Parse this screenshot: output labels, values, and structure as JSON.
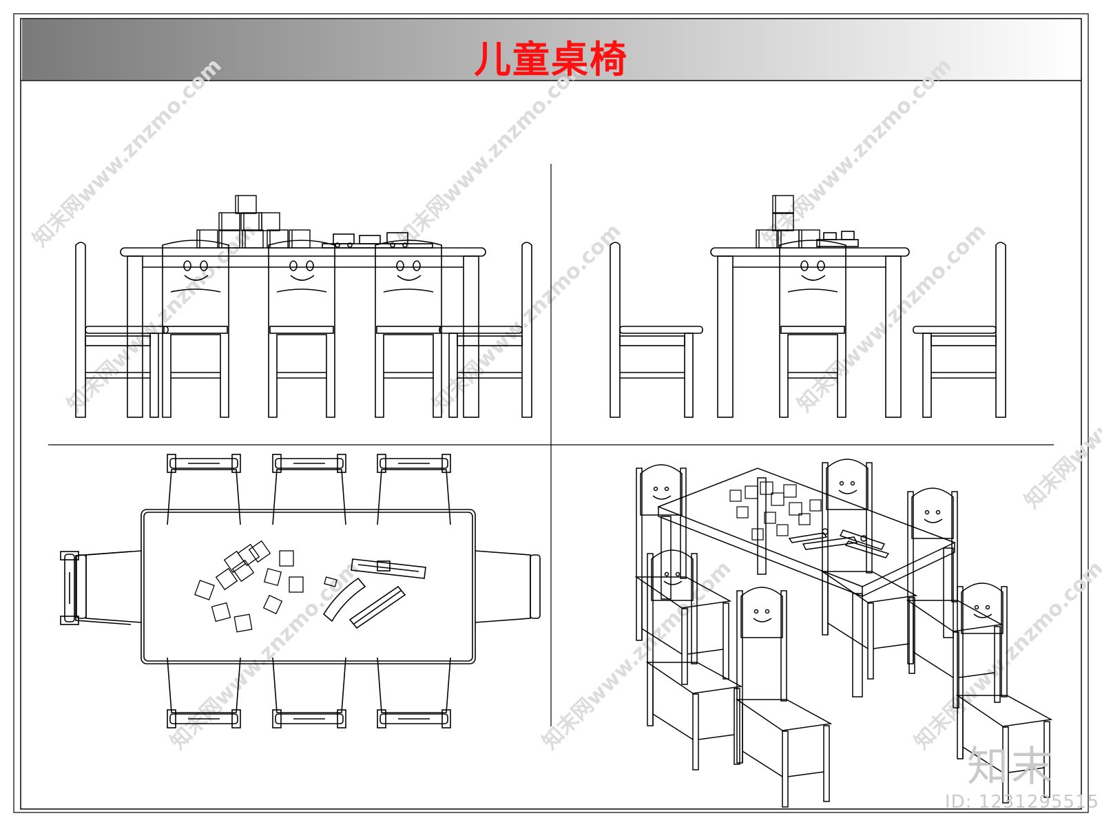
{
  "title": {
    "text": "儿童桌椅",
    "color": "#ff1010"
  },
  "header": {
    "gradient_start": "#7a7a7a",
    "gradient_end": "#ffffff"
  },
  "watermark": {
    "text": "知末网www.znzmo.com",
    "color": "#dcdcdc"
  },
  "branding": {
    "logo_text": "知末",
    "id_text": "ID: 1231295515"
  },
  "views": [
    {
      "id": "front-elevation",
      "label": ""
    },
    {
      "id": "side-elevation",
      "label": ""
    },
    {
      "id": "top-plan",
      "label": ""
    },
    {
      "id": "isometric-perspective",
      "label": ""
    }
  ]
}
